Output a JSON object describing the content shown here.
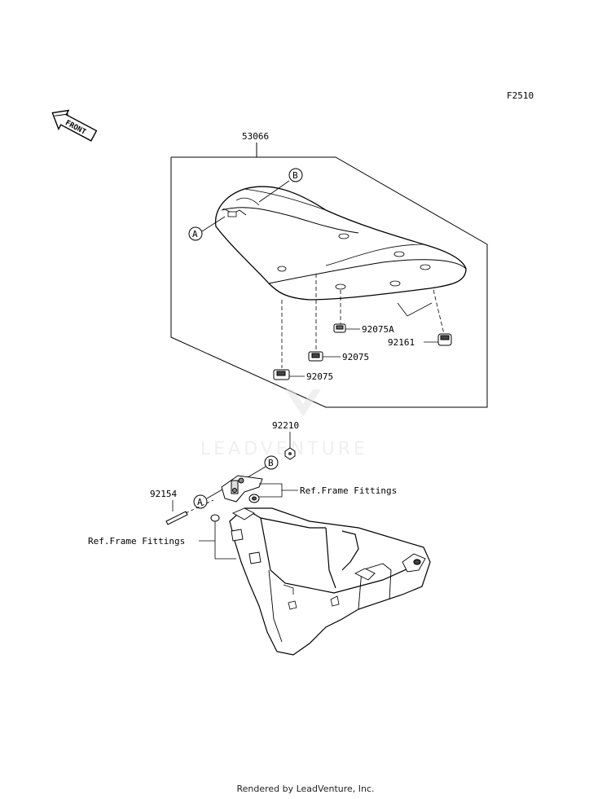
{
  "figure_code": "F2510",
  "front_arrow_text": "FRONT",
  "watermark": "LEADVENTURE",
  "footer": "Rendered by LeadVenture, Inc.",
  "callouts": {
    "a": "A",
    "b": "B"
  },
  "part_labels": {
    "seat_assembly": "53066",
    "rubber_a": "92075A",
    "rubber_1": "92075",
    "rubber_2": "92075",
    "damper": "92161",
    "nut": "92210",
    "bolt": "92154",
    "ref_frame_1": "Ref.Frame Fittings",
    "ref_frame_2": "Ref.Frame Fittings"
  }
}
